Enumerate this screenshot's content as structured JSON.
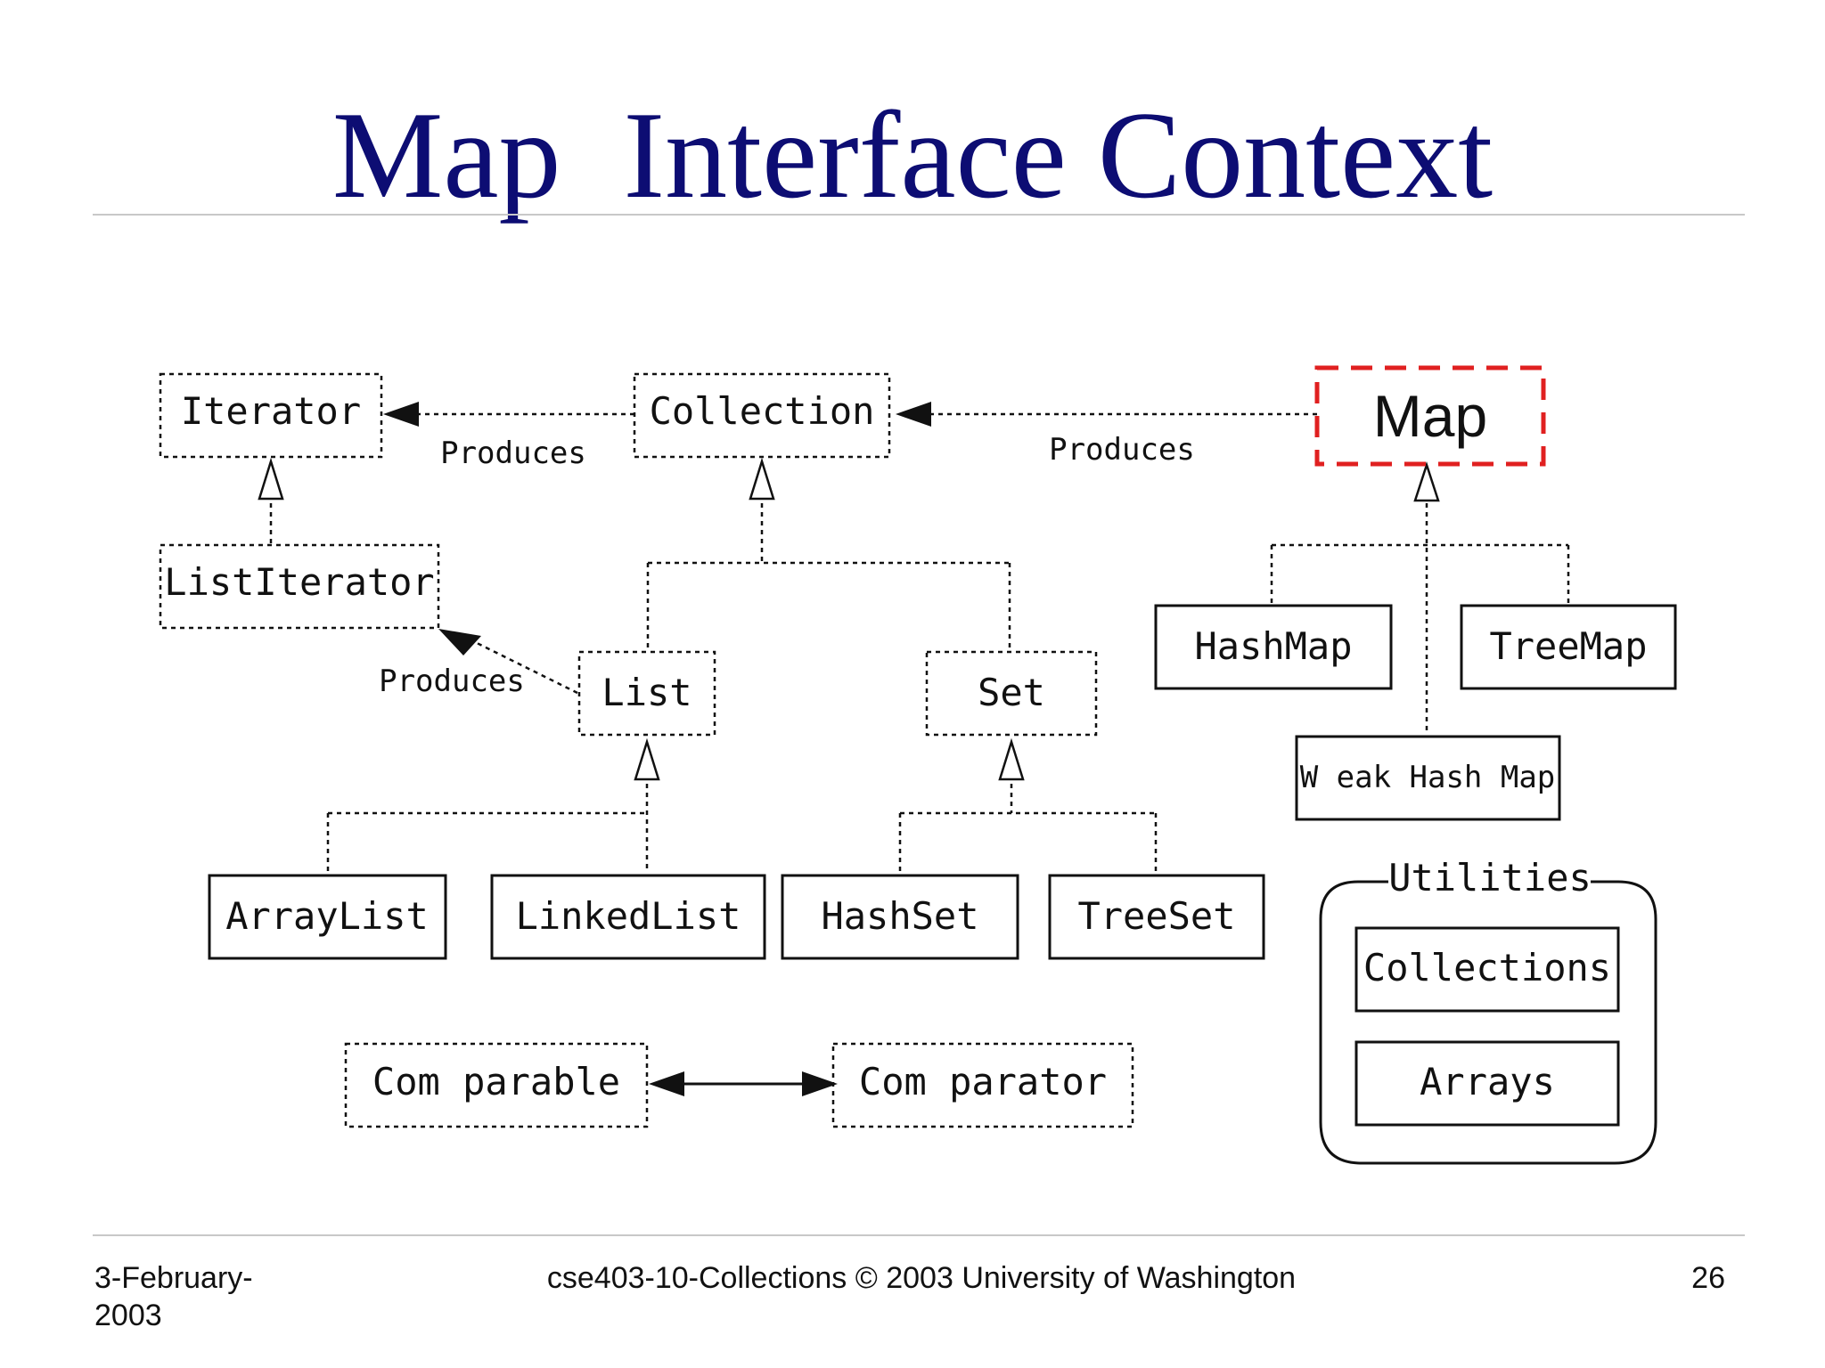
{
  "slide": {
    "title": "Map  Interface Context",
    "footer": {
      "date": "3-February-2003",
      "course": "cse403-10-Collections © 2003 University of Washington",
      "page": "26"
    }
  },
  "diagram": {
    "interfaces": {
      "iterator": "Iterator",
      "collection": "Collection",
      "map": "Map",
      "list_iterator": "ListIterator",
      "list": "List",
      "set": "Set",
      "comparable": "Com parable",
      "comparator": "Com parator"
    },
    "classes": {
      "hashmap": "HashMap",
      "treemap": "TreeMap",
      "weakhashmap": "W eak Hash Map",
      "arraylist": "ArrayList",
      "linkedlist": "LinkedList",
      "hashset": "HashSet",
      "treeset": "TreeSet"
    },
    "relations": {
      "produces_1": "Produces",
      "produces_2": "Produces",
      "produces_3": "Produces"
    },
    "utilities": {
      "label": "Utilities",
      "collections": "Collections",
      "arrays": "Arrays"
    },
    "colors": {
      "highlight": "#e02020",
      "title": "#0d0d73"
    }
  }
}
